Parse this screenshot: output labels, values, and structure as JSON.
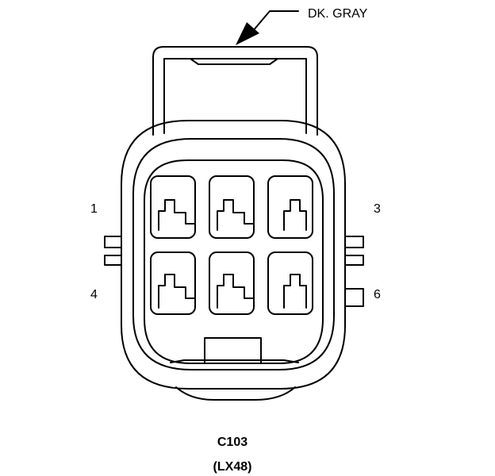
{
  "wire_color_label": "DK. GRAY",
  "connector_id": "C103",
  "connector_location": "(LX48)",
  "pin_labels": {
    "top_left": "1",
    "top_right": "3",
    "bottom_left": "4",
    "bottom_right": "6"
  }
}
